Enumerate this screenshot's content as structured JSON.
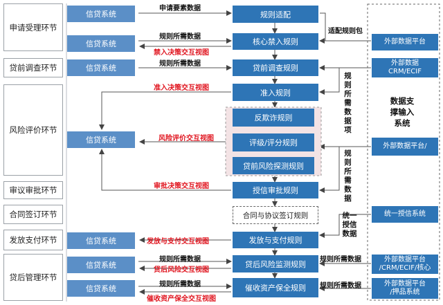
{
  "stages": {
    "application": "申请受理环节",
    "pre_loan": "贷前调查环节",
    "risk": "风险评价环节",
    "approval": "审议审批环节",
    "contract": "合同签订环节",
    "disbursement": "发放支付环节",
    "post_loan": "贷后管理环节"
  },
  "credit_system_label": "信贷系统",
  "rules": {
    "rule_match": "规则适配",
    "core_access": "核心禁入规则",
    "pre_loan": "贷前调查规则",
    "admission": "准入规则",
    "anti_fraud": "反欺诈规则",
    "rating": "评级/评分规则",
    "risk_detect": "贷前风险探测规则",
    "credit_approval": "授信审批规则",
    "contract": "合同与协议签订规则",
    "disburse": "发放与支付规则",
    "post_monitor": "贷后风险监测规则",
    "collection": "催收资产保全规则"
  },
  "external": {
    "ext1": "外部数据平台",
    "ext2_line1": "外部数据",
    "ext2_line2": "CRM/ECIF",
    "ext3": "外部数据平台/",
    "unified_credit": "统一授信系统",
    "ext5_line1": "外部数据平台",
    "ext5_line2": "/CRM/ECIF/核心",
    "ext6_line1": "外部数据平台",
    "ext6_line2": "/押品系统",
    "support_title": "数据支撑输入系统"
  },
  "labels": {
    "apply_elements": "申请要素数据",
    "rule_data_1": "规则所需数据",
    "ban_view": "禁入决策交互视图",
    "rule_data_2": "规则所需数据",
    "admission_view": "准入决策交互视图",
    "risk_view": "风险评价交互视图",
    "approval_view": "审批决策交互视图",
    "disburse_view": "发放与支付交互视图",
    "rule_data_3": "规则所需数据",
    "post_view": "贷后风险交互视图",
    "rule_data_4": "规则所需数据",
    "collection_view": "催收资产保全交互视图",
    "match_pack": "适配规则包",
    "rule_data_items": "规则所需数据项",
    "rule_data_v2": "规则所需数据",
    "unified_credit_data": "统一授信数据",
    "rule_data_right1": "规则所需数据",
    "rule_data_right2": "规则所需数据"
  }
}
